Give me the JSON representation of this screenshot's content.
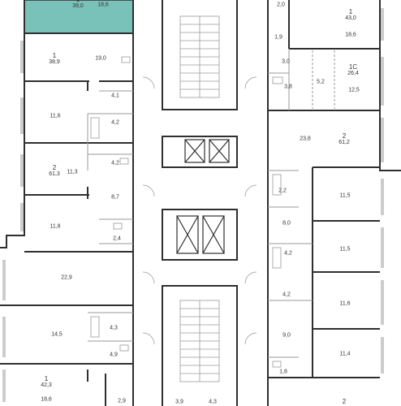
{
  "colors": {
    "highlight": "#79c2ba",
    "wall": "#2f2f2f",
    "thin": "#9a9a9a",
    "text": "#333333"
  },
  "apartments": [
    {
      "id": "apt-top-left",
      "type": "1",
      "area": "39,0"
    },
    {
      "id": "apt-left-1",
      "type": "1",
      "area": "38,9"
    },
    {
      "id": "apt-left-2",
      "type": "2",
      "area": "61,3"
    },
    {
      "id": "apt-left-3",
      "type": "1",
      "area": "42,3"
    },
    {
      "id": "apt-right-top",
      "type": "1",
      "area": "43,0"
    },
    {
      "id": "apt-right-studio",
      "type": "1С",
      "area": "26,4"
    },
    {
      "id": "apt-right-2",
      "type": "2",
      "area": "61,2"
    },
    {
      "id": "apt-right-bottom",
      "type": "2",
      "area": ""
    }
  ],
  "room_areas": {
    "l_top": "18,6",
    "l1_living": "19,0",
    "l1_bath": "4,1",
    "l2_room1": "11,6",
    "l2_bath1": "4,2",
    "l2_bath2": "4,2",
    "l2_room2": "11,3",
    "l2_hall": "8,7",
    "l2_room3": "11,8",
    "l2_wc": "2,4",
    "l3_living": "22,9",
    "l3_room": "14,5",
    "l3_bath": "4,3",
    "l3_hall": "4,9",
    "l3_bottom": "18,6",
    "l3_wc": "2,9",
    "c_b1": "3,9",
    "c_b2": "4,3",
    "r_top": "2,0",
    "r_top_living": "18,6",
    "r_1_9": "1,9",
    "r_3_0": "3,0",
    "r_3_8": "3,8",
    "r_5_2": "5,2",
    "r_12_5": "12,5",
    "r_23_8": "23,8",
    "r_2_2": "2,2",
    "r_11_5a": "11,5",
    "r_8_0": "8,0",
    "r_11_5b": "11,5",
    "r_4_2a": "4,2",
    "r_4_2b": "4,2",
    "r_11_6": "11,6",
    "r_9_0": "9,0",
    "r_11_4": "11,4",
    "r_1_8": "1,8"
  }
}
